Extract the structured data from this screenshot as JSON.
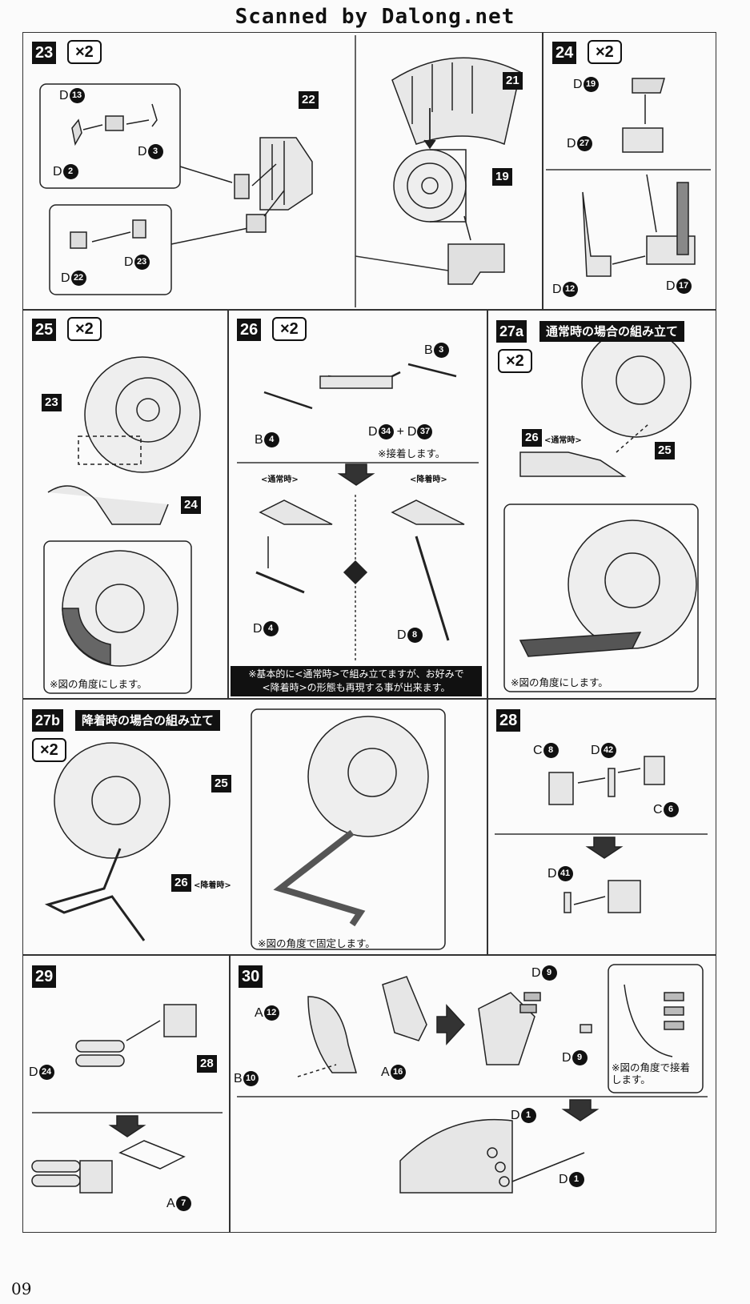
{
  "header": {
    "watermark": "Scanned by Dalong.net"
  },
  "page_number": "09",
  "steps": {
    "s23": {
      "num": "23",
      "times": "×2",
      "labels": {
        "d13": "13",
        "d3": "3",
        "d2": "2",
        "d23": "23",
        "d22": "22"
      },
      "parts": {
        "p22": "22",
        "p21": "21",
        "p19": "19"
      }
    },
    "s24": {
      "num": "24",
      "times": "×2",
      "labels": {
        "d19": "19",
        "d27": "27",
        "d12": "12",
        "d17": "17"
      }
    },
    "s25": {
      "num": "25",
      "times": "×2",
      "parts": {
        "p23": "23",
        "p24": "24"
      },
      "note": "※図の角度にします。"
    },
    "s26": {
      "num": "26",
      "times": "×2",
      "labels": {
        "b3": "3",
        "b4": "4",
        "d34": "34",
        "d37": "37",
        "d4": "4",
        "d8": "8"
      },
      "glue_note": "※接着します。",
      "normal": "<通常時>",
      "landing": "<降着時>",
      "plus": "+",
      "black_note": [
        "※基本的に<通常時>で組み立てますが、お好みで",
        "<降着時>の形態も再現する事が出来ます。"
      ]
    },
    "s27a": {
      "num": "27a",
      "title": "通常時の場合の組み立て",
      "times": "×2",
      "parts": {
        "p26": "26",
        "p25": "25"
      },
      "tag": "<通常時>",
      "note": "※図の角度にします。"
    },
    "s27b": {
      "num": "27b",
      "title": "降着時の場合の組み立て",
      "times": "×2",
      "parts": {
        "p25": "25",
        "p26": "26"
      },
      "tag": "<降着時>",
      "note": "※図の角度で固定します。"
    },
    "s28": {
      "num": "28",
      "labels": {
        "c8": "8",
        "d42": "42",
        "c6": "6",
        "d41": "41"
      }
    },
    "s29": {
      "num": "29",
      "labels": {
        "d24": "24",
        "a7": "7"
      },
      "parts": {
        "p28": "28"
      }
    },
    "s30": {
      "num": "30",
      "labels": {
        "a12": "12",
        "a16": "16",
        "b10": "10",
        "d9a": "9",
        "d9b": "9",
        "d1a": "1",
        "d1b": "1"
      },
      "note": [
        "※図の角度で接着",
        "します。"
      ]
    }
  },
  "letters": {
    "A": "A",
    "B": "B",
    "C": "C",
    "D": "D"
  }
}
